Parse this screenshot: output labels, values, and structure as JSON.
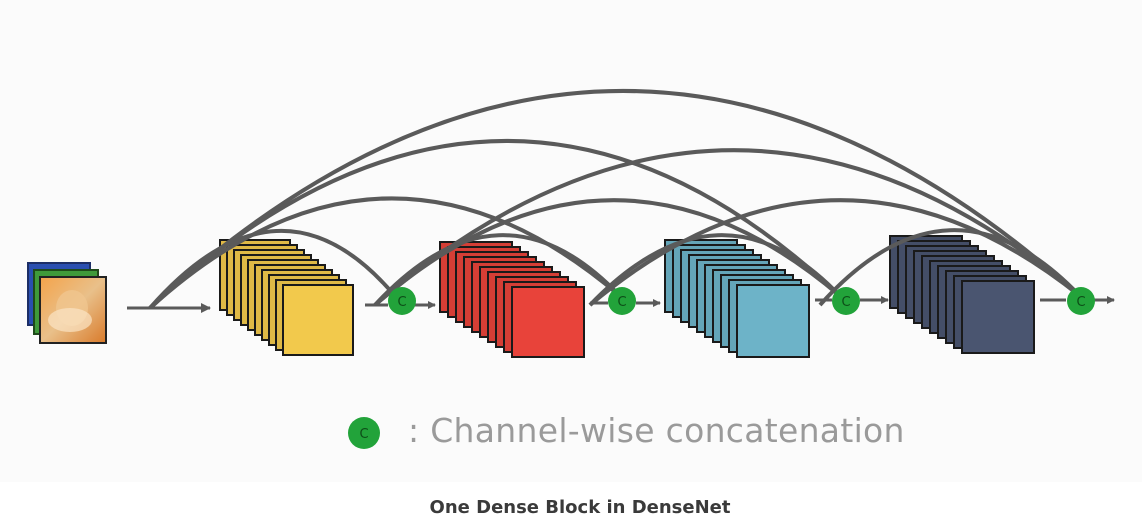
{
  "diagram": {
    "concat_symbol": "C",
    "legend_text": ": Channel-wise concatenation",
    "colors": {
      "arc": "#5a5a5a",
      "concat_node": "#22a33a",
      "block_1": "#f2c94c",
      "block_2": "#e8433a",
      "block_3": "#6db3c8",
      "block_4": "#4a5570"
    }
  },
  "caption": "One Dense Block in DenseNet"
}
